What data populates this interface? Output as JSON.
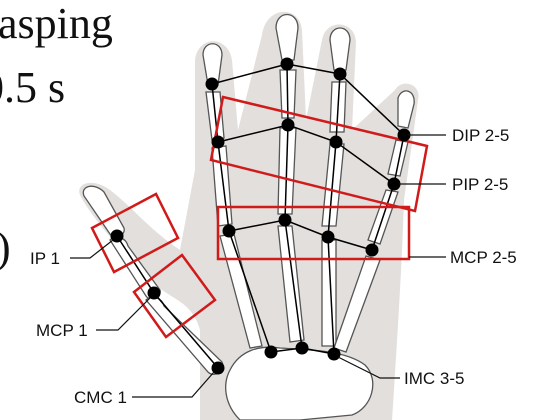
{
  "caption": {
    "line1": "asping",
    "line2": "0.5 s",
    "line3": ")"
  },
  "labels": {
    "dip": "DIP 2-5",
    "pip": "PIP 2-5",
    "mcp25": "MCP 2-5",
    "ip1": "IP 1",
    "mcp1": "MCP 1",
    "imc": "IMC 3-5",
    "cmc1": "CMC 1"
  },
  "colors": {
    "highlight_box": "#d11a1a",
    "joint": "#000000",
    "hand_shadow": "#d8d4d1"
  }
}
